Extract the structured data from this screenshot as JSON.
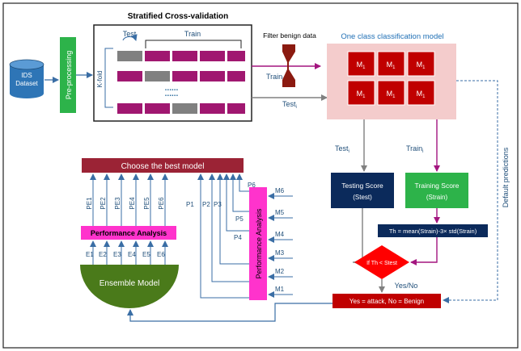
{
  "title": "Stratified Cross-validation",
  "ids_dataset": [
    "IDS",
    "Dataset"
  ],
  "preprocessing": "Pre-processing",
  "kfold": "K-fold",
  "test_label": "Test",
  "train_label": "Train",
  "dots": "......",
  "filter_label": "Filter benign data",
  "train_i": "Train",
  "test_i": "Test",
  "occm_label": "One class classification model",
  "model_cell": "M",
  "model_sub": "1",
  "test_i2": "Test",
  "train_i2": "Train",
  "default_predictions": "Default predictions",
  "choose_best": "Choose the best model",
  "perf_analysis_h": "Performance Analysis",
  "perf_analysis_v": "Performance Analysis",
  "ensemble": "Ensemble Model",
  "p_e_labels": [
    "PE1",
    "PE2",
    "PE3",
    "PE4",
    "PE5",
    "PE6"
  ],
  "e_labels": [
    "E1",
    "E2",
    "E3",
    "E4",
    "E5",
    "E6"
  ],
  "p_labels": [
    "P1",
    "P2",
    "P3",
    "P4",
    "P5",
    "P6"
  ],
  "m_labels": [
    "M6",
    "M5",
    "M4",
    "M3",
    "M2",
    "M1"
  ],
  "testing_score": [
    "Testing Score",
    "(Stest)"
  ],
  "training_score": [
    "Training Score",
    "(Strain)"
  ],
  "threshold_formula": "Th = mean(Strain)-3× std(Strain)",
  "decision": "If Th < Stest",
  "yes_no": "Yes/No",
  "result": "Yes = attack, No = Benign",
  "colors": {
    "accent_green": "#2db34a",
    "maroon": "#a3153f",
    "grey_block": "#808080",
    "dark_red": "#c00000",
    "choose_bg": "#9b2335",
    "pink": "#ff33cc",
    "navy": "#0b2a5b",
    "blue_arrow": "#3a6ea5",
    "olive": "#4a7a1a",
    "teal": "#2e6f9e",
    "occm_bg": "#f4cccc"
  }
}
